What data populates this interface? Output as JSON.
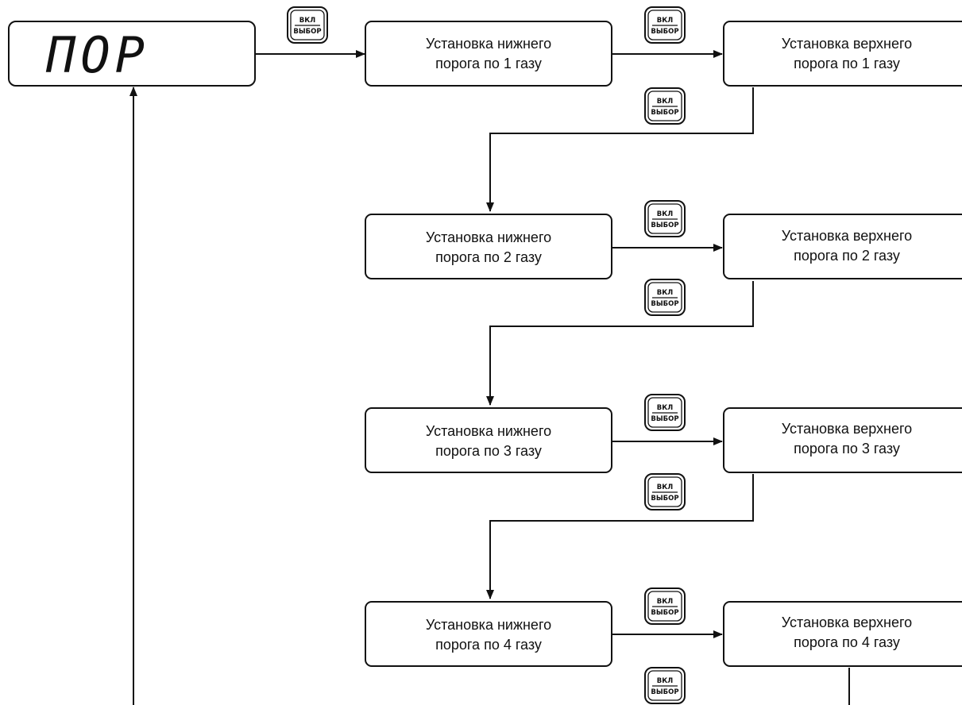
{
  "display": {
    "text": "ПОР"
  },
  "key": {
    "top": "ВКЛ",
    "bottom": "ВЫБОР"
  },
  "rows": [
    {
      "lower": [
        "Установка нижнего",
        "порога по 1 газу"
      ],
      "upper": [
        "Установка верхнего",
        "порога по 1 газу"
      ]
    },
    {
      "lower": [
        "Установка нижнего",
        "порога по 2 газу"
      ],
      "upper": [
        "Установка верхнего",
        "порога по 2 газу"
      ]
    },
    {
      "lower": [
        "Установка нижнего",
        "порога по 3 газу"
      ],
      "upper": [
        "Установка верхнего",
        "порога по 3 газу"
      ]
    },
    {
      "lower": [
        "Установка нижнего",
        "порога по 4 газу"
      ],
      "upper": [
        "Установка верхнего",
        "порога по 4 газу"
      ]
    }
  ]
}
